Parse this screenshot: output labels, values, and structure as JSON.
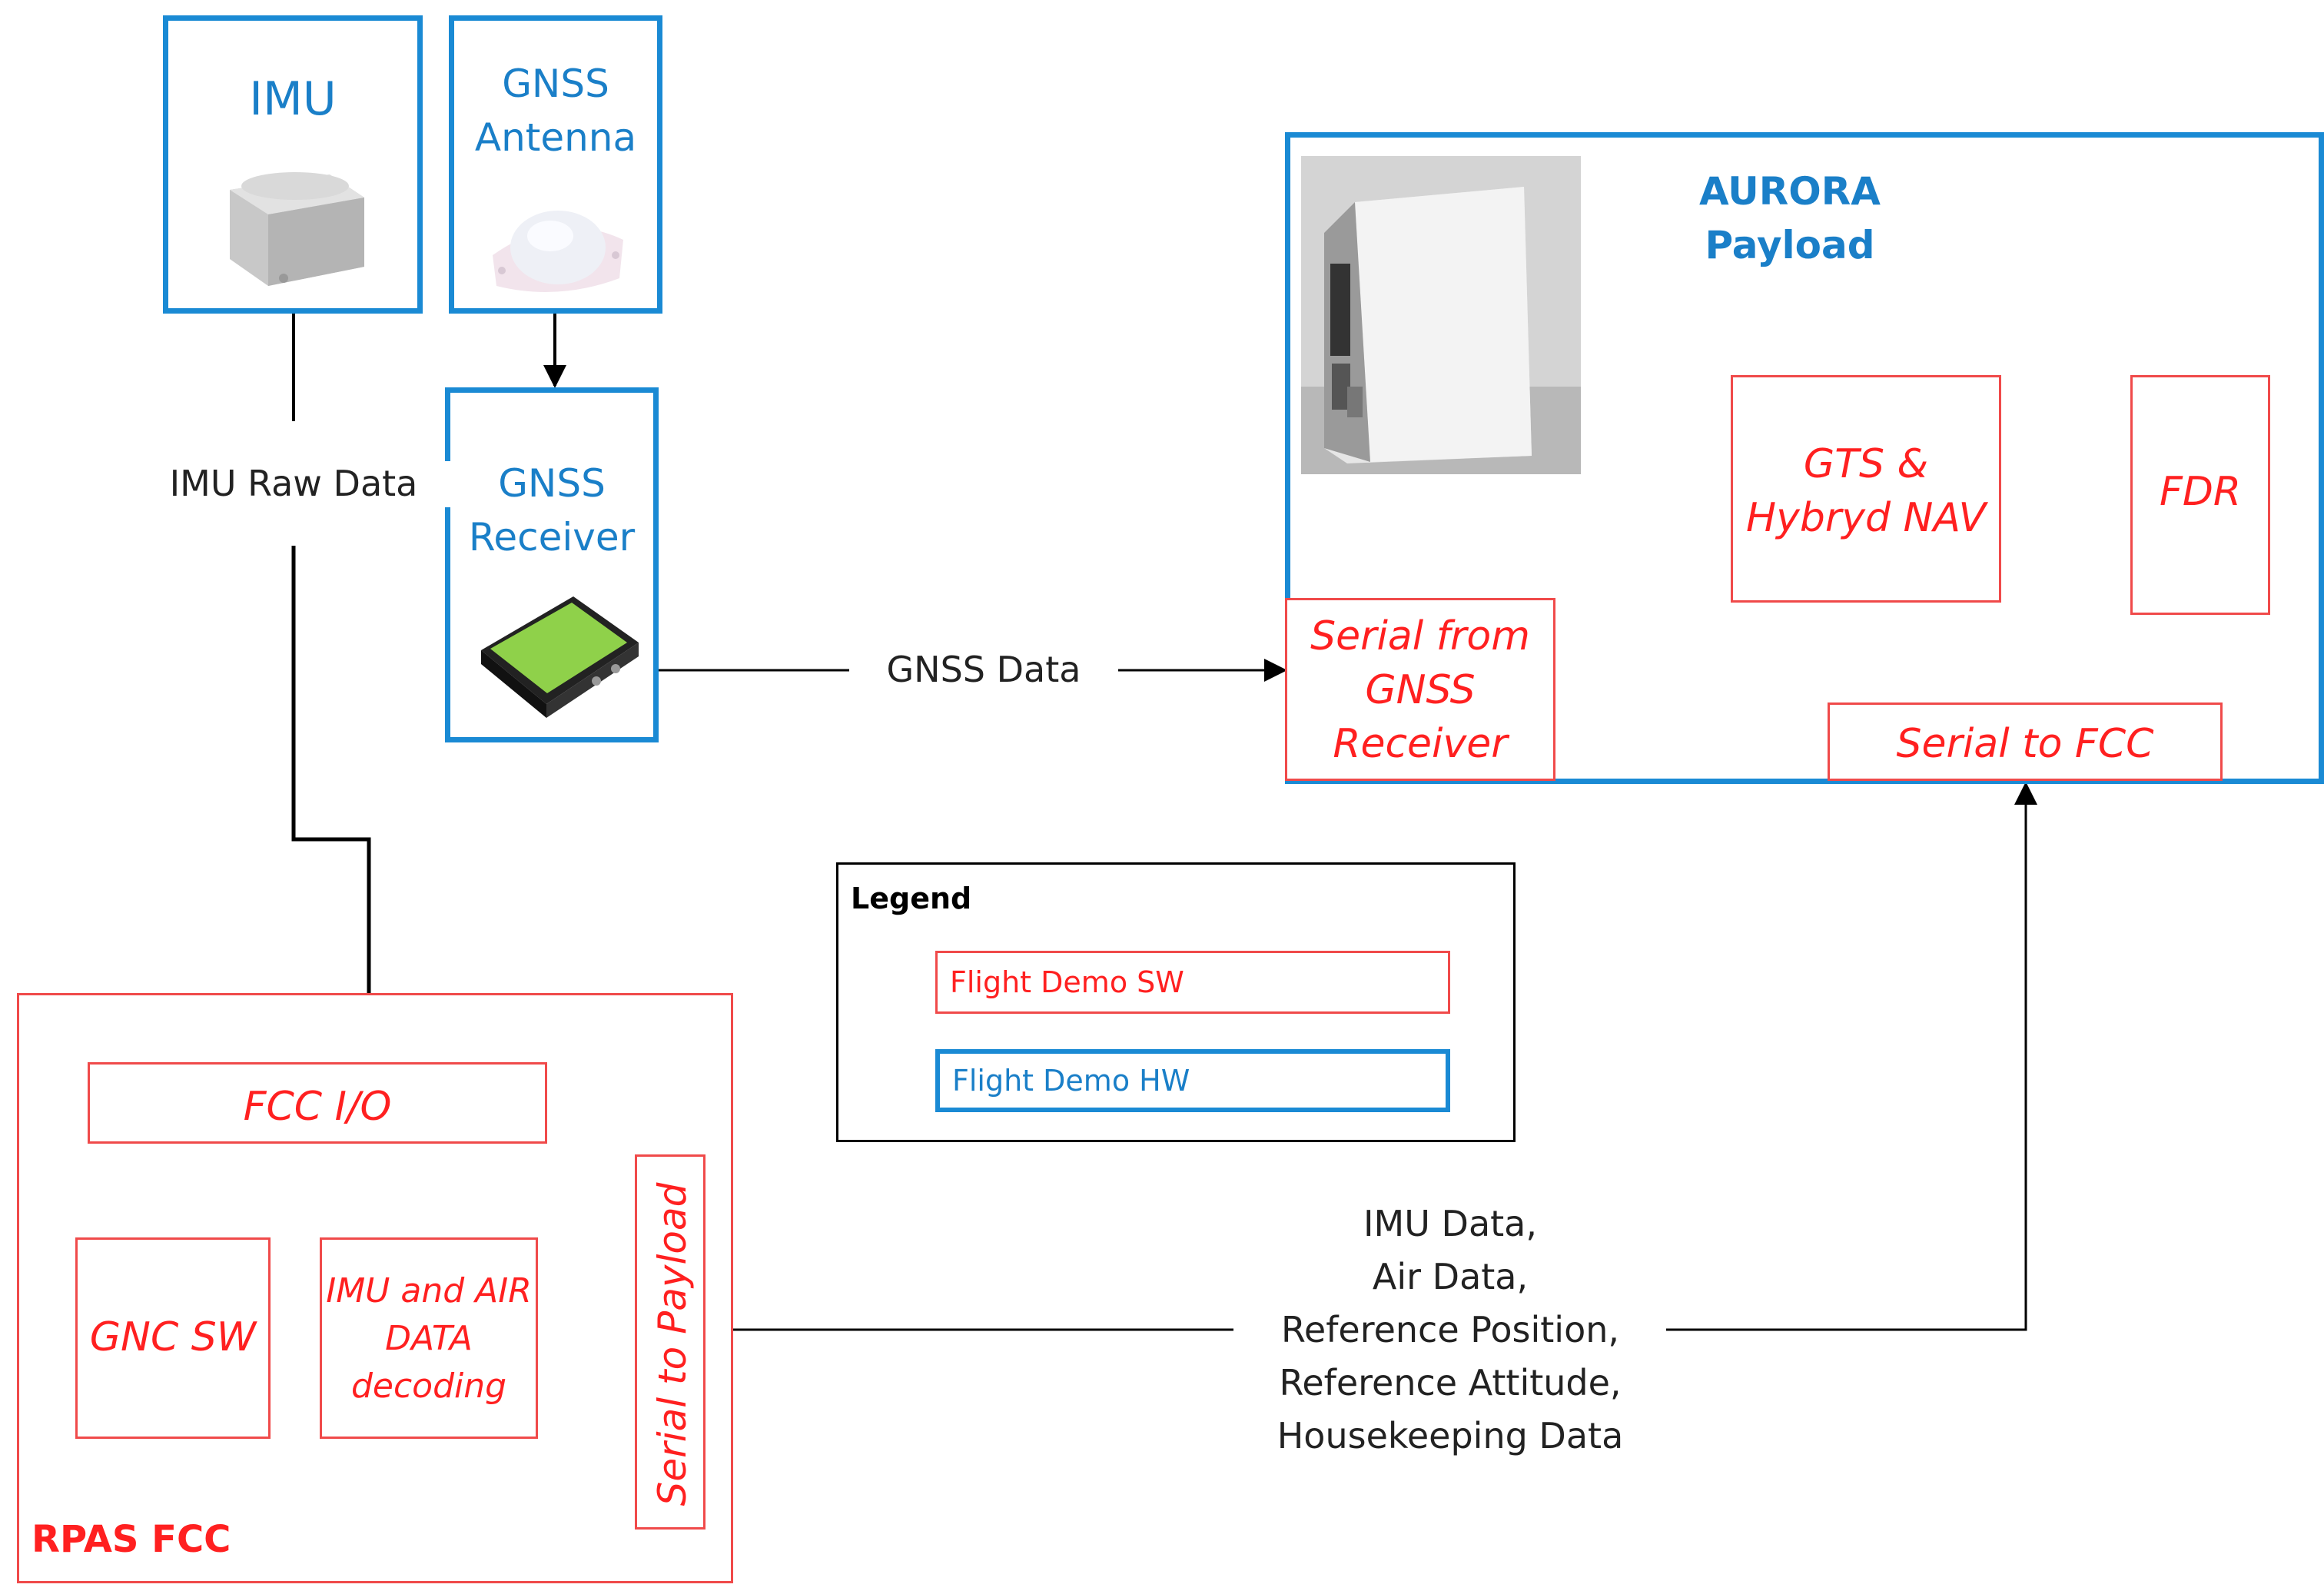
{
  "hardware": {
    "imu": {
      "title": "IMU"
    },
    "gnss_antenna": {
      "title_line1": "GNSS",
      "title_line2": "Antenna"
    },
    "gnss_receiver": {
      "title_line1": "GNSS",
      "title_line2": "Receiver"
    },
    "aurora": {
      "title_line1": "AURORA",
      "title_line2": "Payload"
    }
  },
  "aurora_blocks": {
    "gts_nav": {
      "line1": "GTS &",
      "line2": "Hybryd NAV"
    },
    "fdr": {
      "label": "FDR"
    },
    "serial_from_gnss": {
      "line1": "Serial from",
      "line2": "GNSS",
      "line3": "Receiver"
    },
    "serial_to_fcc": {
      "label": "Serial to FCC"
    }
  },
  "fcc": {
    "title": "RPAS FCC",
    "io": "FCC I/O",
    "gnc_sw": "GNC SW",
    "imu_air": {
      "line1": "IMU and AIR",
      "line2": "DATA",
      "line3": "decoding"
    },
    "serial_to_payload": "Serial to Payload"
  },
  "links": {
    "imu_raw": "IMU Raw Data",
    "gnss_data": "GNSS Data",
    "fcc_payload": [
      "IMU Data,",
      "Air Data,",
      "Reference Position,",
      "Reference Attitude,",
      "Housekeeping Data"
    ]
  },
  "legend": {
    "title": "Legend",
    "sw": "Flight Demo SW",
    "hw": "Flight Demo HW"
  },
  "colors": {
    "hardware_blue": "#1a8ad4",
    "software_red": "#ff2020",
    "connector_black": "#000000"
  }
}
